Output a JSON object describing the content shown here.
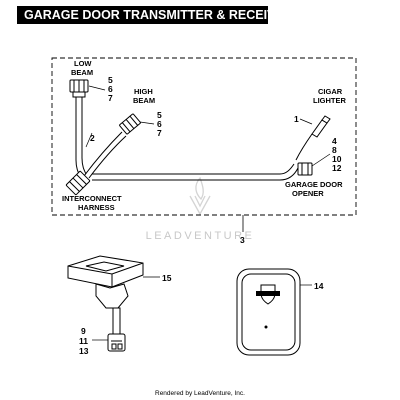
{
  "title": "GARAGE DOOR TRANSMITTER & RECEIVER",
  "watermark": "LEADVENTURE",
  "footer": "Rendered by LeadVenture, Inc.",
  "labels": {
    "low_beam_1": "LOW",
    "low_beam_2": "BEAM",
    "high_beam_1": "HIGH",
    "high_beam_2": "BEAM",
    "cigar_lighter_1": "CIGAR",
    "cigar_lighter_2": "LIGHTER",
    "interconnect_1": "INTERCONNECT",
    "interconnect_2": "HARNESS",
    "garage_door_opener_1": "GARAGE DOOR",
    "garage_door_opener_2": "OPENER"
  },
  "callouts": {
    "low_beam_refs": [
      "5",
      "6",
      "7"
    ],
    "high_beam_refs": [
      "5",
      "6",
      "7"
    ],
    "harness_ref": "2",
    "cigar_lighter_ref": "1",
    "opener_refs": [
      "4",
      "8",
      "10",
      "12"
    ],
    "kit_ref": "3",
    "receiver_ref": "15",
    "receiver_connector_refs": [
      "9",
      "11",
      "13"
    ],
    "transmitter_ref": "14"
  },
  "colors": {
    "line": "#000000",
    "title_bg": "#000000",
    "watermark": "#c8c8c8"
  }
}
